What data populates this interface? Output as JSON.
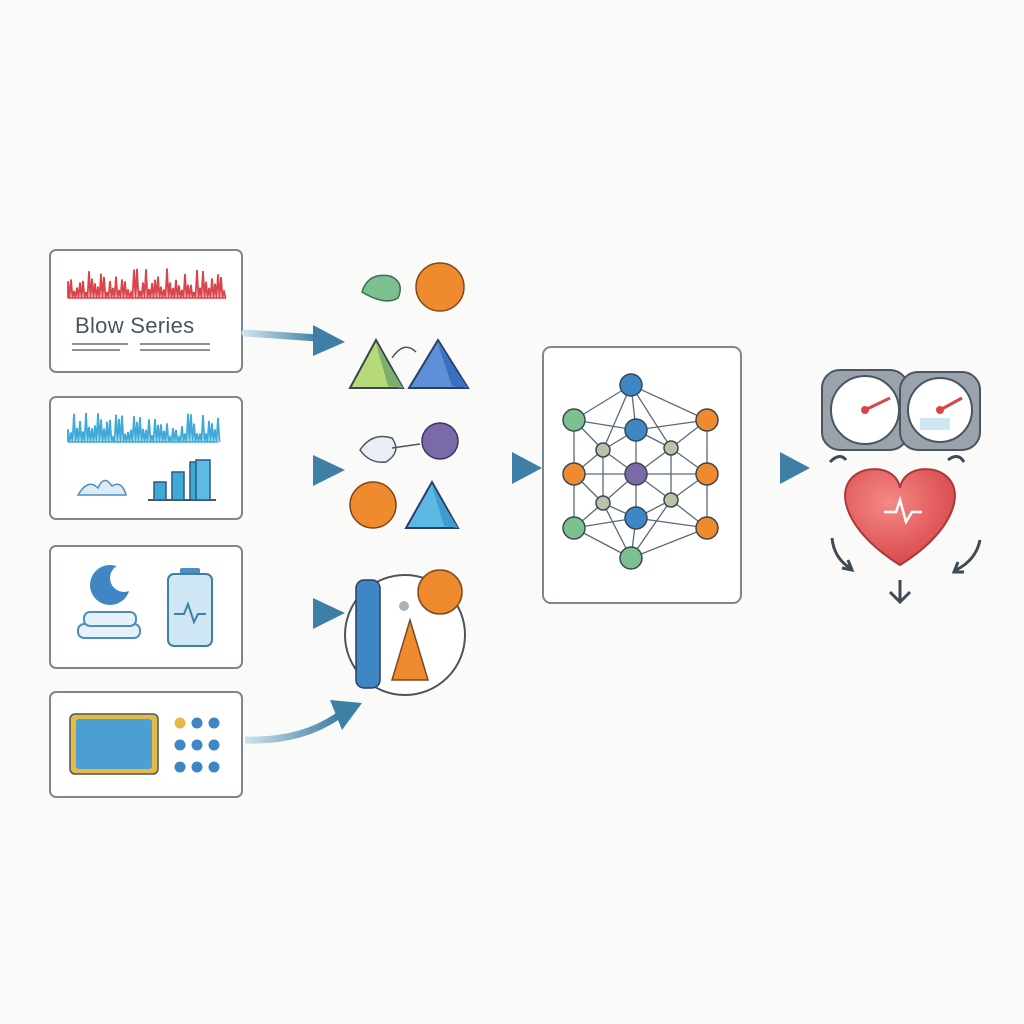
{
  "input_panels": [
    {
      "id": "red-waveform-panel",
      "title": "Blow Series"
    },
    {
      "id": "blue-waveform-panel",
      "title": ""
    },
    {
      "id": "devices-panel",
      "title": ""
    },
    {
      "id": "screen-panel",
      "title": ""
    }
  ],
  "colors": {
    "panel_border": "#7d8791",
    "arrow": "#3f7fa6",
    "red_wave": "#d9454a",
    "blue_wave": "#3fa9d8",
    "green_shape": "#7cc08f",
    "orange_shape": "#f08a2e",
    "blue_shape": "#3f7fc9",
    "purple_shape": "#7a6aa8",
    "heart": "#e05a5a"
  },
  "icons": [
    "waveform-icon",
    "bar-chart-icon",
    "moon-icon",
    "battery-icon",
    "tablet-icon",
    "keypad-icon",
    "feature-shapes-icon",
    "neural-network-icon",
    "gauge-icon",
    "heart-icon"
  ]
}
